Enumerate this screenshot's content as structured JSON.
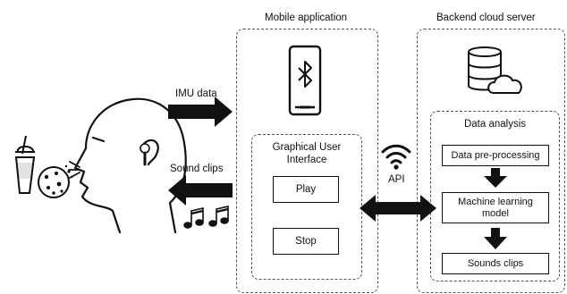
{
  "sections": {
    "mobile_title": "Mobile application",
    "backend_title": "Backend cloud server"
  },
  "arrows": {
    "imu": "IMU data",
    "sound": "Sound clips",
    "api": "API"
  },
  "gui": {
    "title_line1": "Graphical User",
    "title_line2": "Interface",
    "play": "Play",
    "stop": "Stop"
  },
  "analysis": {
    "title": "Data analysis",
    "steps": [
      "Data pre-processing",
      "Machine learning model",
      "Sounds clips"
    ]
  },
  "icons": {
    "phone": "bluetooth-phone-icon",
    "database": "database-cloud-icon",
    "wifi": "wifi-icon",
    "notes": "music-notes-icon",
    "person": "person-head-icon",
    "drink": "drink-cup-icon",
    "cookie": "cookie-icon"
  }
}
